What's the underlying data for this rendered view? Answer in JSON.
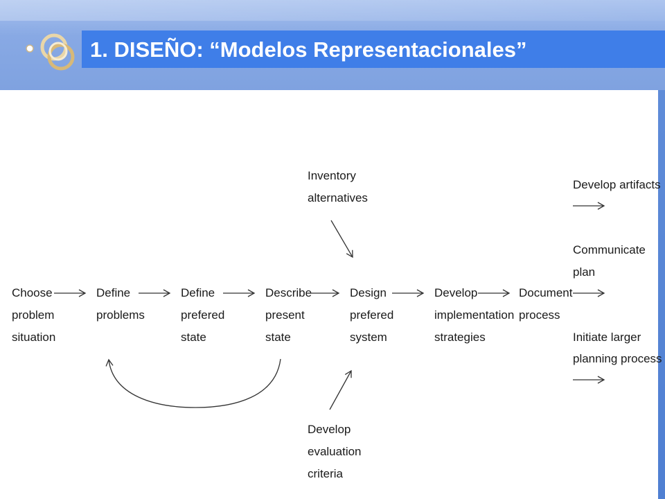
{
  "slide": {
    "title": "1. DISEÑO: “Modelos Representacionales”"
  },
  "diagram": {
    "steps": [
      {
        "id": "choose",
        "lines": [
          "Choose",
          "problem",
          "situation"
        ]
      },
      {
        "id": "define-problems",
        "lines": [
          "Define",
          "problems"
        ]
      },
      {
        "id": "define-state",
        "lines": [
          "Define",
          "prefered",
          "state"
        ]
      },
      {
        "id": "describe",
        "lines": [
          "Describe",
          "present",
          "state"
        ]
      },
      {
        "id": "design",
        "lines": [
          "Design",
          "prefered",
          "system"
        ]
      },
      {
        "id": "develop-impl",
        "lines": [
          "Develop",
          "implementation",
          "strategies"
        ]
      },
      {
        "id": "document",
        "lines": [
          "Document",
          "process"
        ]
      }
    ],
    "inputs": [
      {
        "id": "inventory",
        "lines": [
          "Inventory",
          "alternatives"
        ]
      },
      {
        "id": "evaluation",
        "lines": [
          "Develop",
          "evaluation",
          "criteria"
        ]
      }
    ],
    "outputs": [
      {
        "id": "artifacts",
        "lines": [
          "Develop artifacts"
        ]
      },
      {
        "id": "communicate",
        "lines": [
          "Communicate",
          "plan"
        ]
      },
      {
        "id": "initiate",
        "lines": [
          "Initiate larger",
          "planning process"
        ]
      }
    ]
  }
}
